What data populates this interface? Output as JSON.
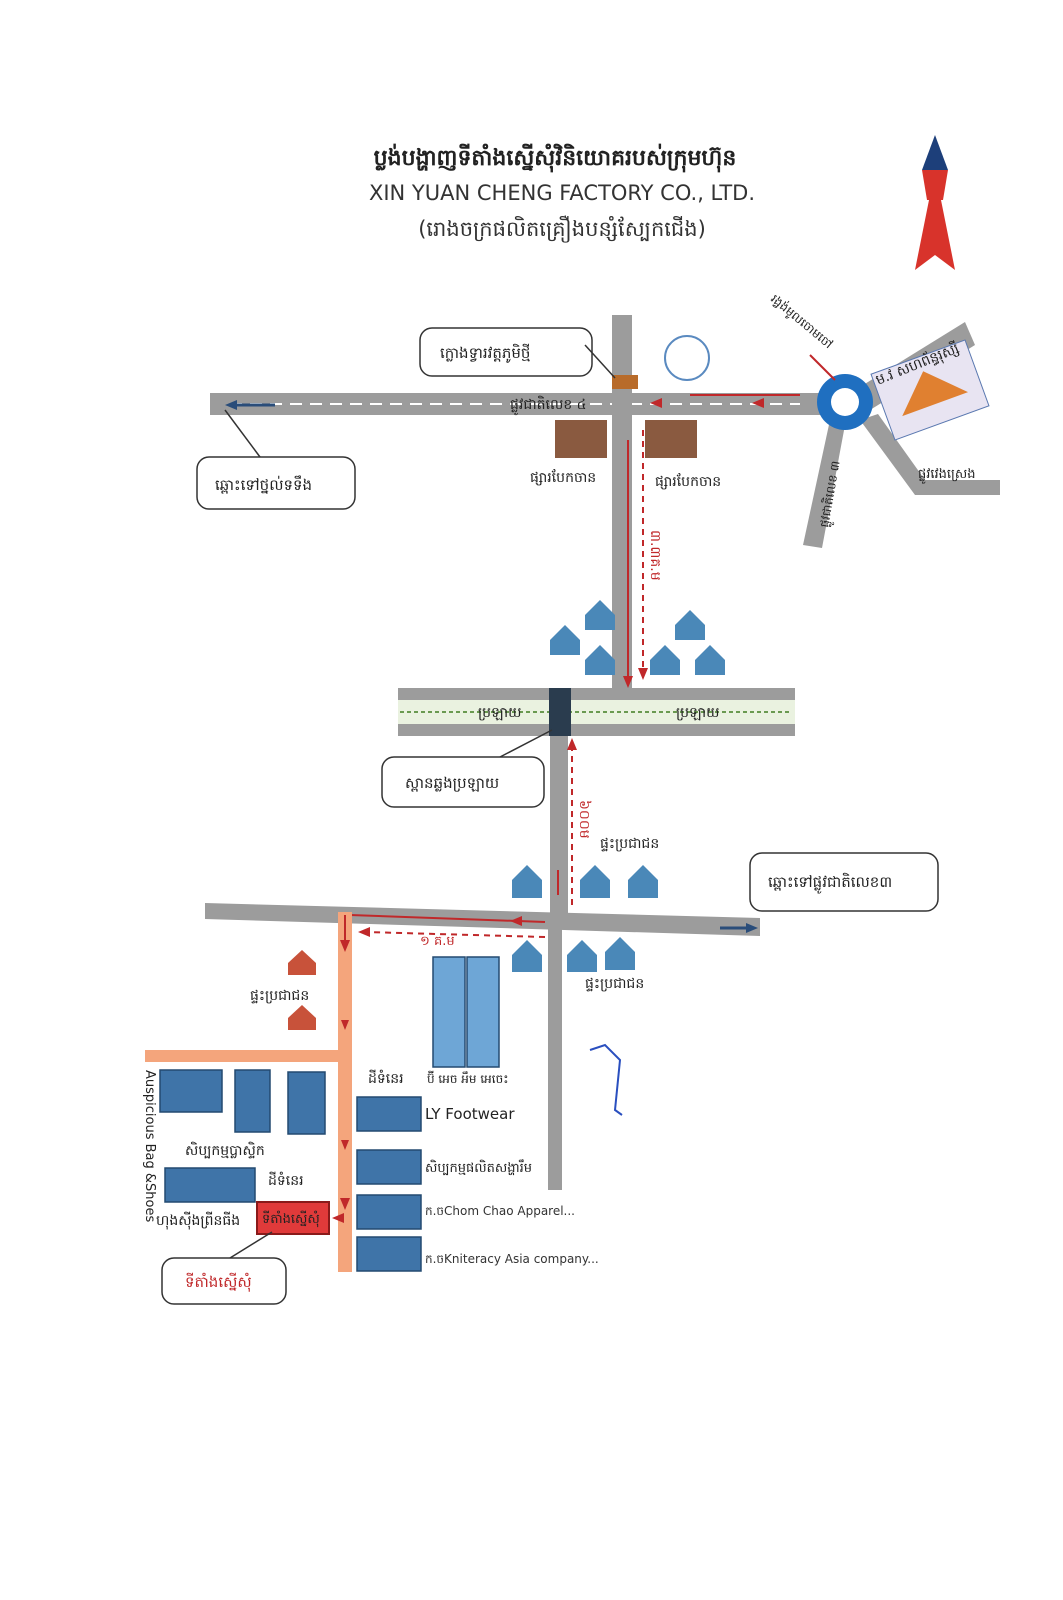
{
  "header": {
    "title_kh": "ប្លង់បង្ហាញទីតាំងស្នើសុំវិនិយោគរបស់ក្រុមហ៊ុន",
    "company": "XIN YUAN CHENG FACTORY CO., LTD.",
    "subtitle_kh": "(រោងចក្រផលិតគ្រឿងបន្សំស្បែកជើង)"
  },
  "map": {
    "pagoda_gate": "ក្លោងទ្វារវត្តភូមិថ្មី",
    "national_road_4": "ផ្លូវជាតិលេខ ៤",
    "to_left": "ឆ្ពោះទៅថ្នល់ទទឹង",
    "market_left": "ផ្សារបែកចាន",
    "market_right": "ផ្សារបែកចាន",
    "roundabout": "រង្វង់មូលចោមចៅ",
    "russian_blvd": "ម.វ សហព័ន្ធរុស្សី",
    "national_road_3": "ផ្លូវជាតិលេខ ៣",
    "veng_sreng": "ផ្លូវវេងស្រេង",
    "distance_1": "៣.៣គ.ម",
    "canal_left": "ប្រឡាយ",
    "canal_right": "ប្រឡាយ",
    "bridge": "ស្ពានឆ្លងប្រឡាយ",
    "distance_2": "៦០០ម",
    "houses_1": "ផ្ទះប្រជាជន",
    "to_right": "ឆ្ពោះទៅផ្លូវជាតិលេខ៣",
    "distance_3": "១ គ.ម",
    "houses_2": "ផ្ទះប្រជាជន",
    "houses_3": "ផ្ទះប្រជាជន",
    "vacant_1": "ដីទំនេរ",
    "bhm": "ប៊ី អេច អឹម អេចេះ",
    "ly_footwear": "LY Footwear",
    "furniture": "សិប្បកម្មផលិតសង្ហារឹម",
    "chom_chao": "ក.ចChom Chao Apparel...",
    "kniteracy": "ក.ចKniteracy Asia company...",
    "plastic": "សិប្បកម្មប្លាស្ទិក",
    "vacant_2": "ដីទំនេរ",
    "auspicious": "Auspicious Bag &Shoes",
    "printing": "ហុងស៊ីងព្រីនធីង",
    "site_box": "ទីតាំងស្នើសុំ",
    "site_callout": "ទីតាំងស្នើសុំ"
  },
  "colors": {
    "road": "#9c9c9c",
    "route": "#c0282a",
    "building": "#3f74a8",
    "orange_road": "#f4a57c",
    "roundabout": "#1f6fc0"
  }
}
